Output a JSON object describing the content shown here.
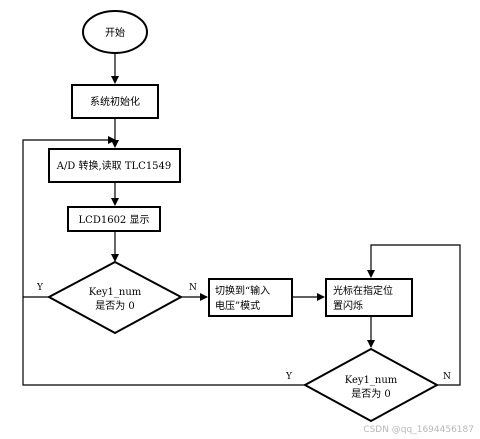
{
  "flowchart": {
    "start": "开始",
    "init": "系统初始化",
    "read": "A/D 转换,读取 TLC1549",
    "display": "LCD1602 显示",
    "decision1": [
      "Key1_num",
      "是否为 0"
    ],
    "switch_mode": [
      "切换到“输入",
      "电压”模式"
    ],
    "cursor": [
      "光标在指定位",
      "置闪烁"
    ],
    "decision2": [
      "Key1_num",
      "是否为 0"
    ],
    "label_y1": "Y",
    "label_n1": "N",
    "label_y2": "Y",
    "label_n2": "N"
  },
  "watermark": "CSDN @qq_1694456187"
}
